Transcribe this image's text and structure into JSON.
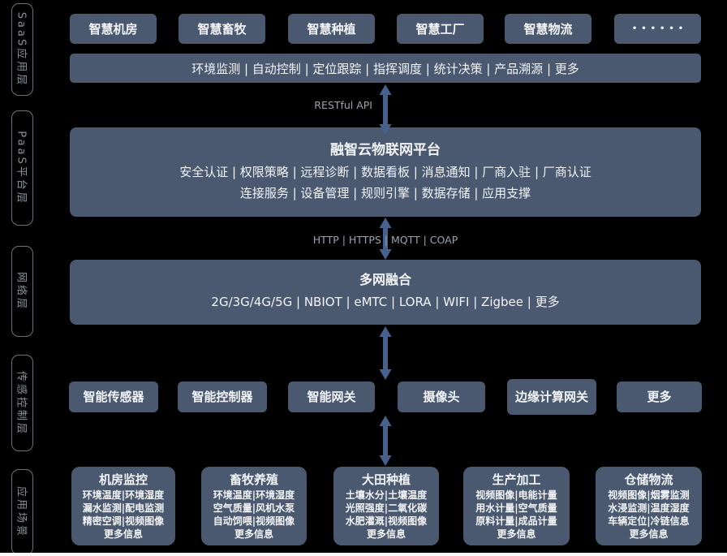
{
  "sidebar": {
    "items": [
      {
        "label": "SaaS应用层"
      },
      {
        "label": "PaaS平台层"
      },
      {
        "label": "网络层"
      },
      {
        "label": "传感控制层"
      },
      {
        "label": "应用场景"
      }
    ]
  },
  "saas": {
    "apps": [
      "智慧机房",
      "智慧畜牧",
      "智慧种植",
      "智慧工厂",
      "智慧物流",
      "••••••"
    ],
    "functions_bar": "环境监测 | 自动控制 | 定位跟踪 | 指挥调度 | 统计决策 | 产品溯源 | 更多"
  },
  "connectors": {
    "restful_api": "RESTful API",
    "protocols": "HTTP | HTTPS | MQTT | COAP"
  },
  "paas": {
    "title": "融智云物联网平台",
    "line1": "安全认证 | 权限策略 | 远程诊断 | 数据看板 | 消息通知 | 厂商入驻 | 厂商认证",
    "line2": "连接服务 | 设备管理 | 规则引擎 | 数据存储 | 应用支撑"
  },
  "network": {
    "title": "多网融合",
    "line1": "2G/3G/4G/5G | NBIOT | eMTC | LORA | WIFI | Zigbee | 更多"
  },
  "devices": [
    "智能传感器",
    "智能控制器",
    "智能网关",
    "摄像头",
    "边缘计算网关",
    "更多"
  ],
  "scenarios": [
    {
      "title": "机房监控",
      "lines": [
        "环境温度|环境湿度",
        "漏水监测|配电监测",
        "精密空调|视频图像",
        "更多信息"
      ]
    },
    {
      "title": "畜牧养殖",
      "lines": [
        "环境温度|环境湿度",
        "空气质量|风机水泵",
        "自动饲喂|视频图像",
        "更多信息"
      ]
    },
    {
      "title": "大田种植",
      "lines": [
        "土壤水分|土壤温度",
        "光照强度|二氧化碳",
        "水肥灌溉|视频图像",
        "更多信息"
      ]
    },
    {
      "title": "生产加工",
      "lines": [
        "视频图像|电能计量",
        "用水计量|空气质量",
        "原料计量|成品计量",
        "更多信息"
      ]
    },
    {
      "title": "仓储物流",
      "lines": [
        "视频图像|烟雾监测",
        "水浸监测|温度湿度",
        "车辆定位|冷链信息",
        "更多信息"
      ]
    }
  ],
  "colors": {
    "background": "#000000",
    "box-fill": "#4a5970",
    "box-text": "#f2f4f7",
    "arrow": "#47618c",
    "connector-text": "#9aa3b0",
    "rail-border": "#6e737a",
    "rail-text": "#8d939b",
    "bottom-strip": "#fafafa"
  }
}
